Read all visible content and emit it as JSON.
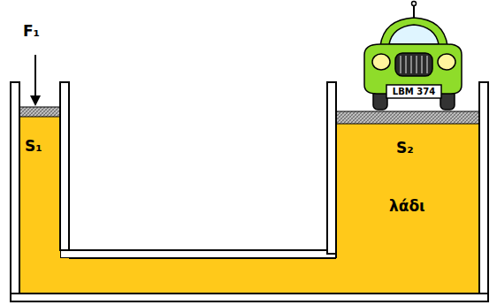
{
  "diagram": {
    "labels": [
      "F₁",
      "S₁",
      "S₂",
      "λάδι",
      "LBM 374"
    ]
  }
}
